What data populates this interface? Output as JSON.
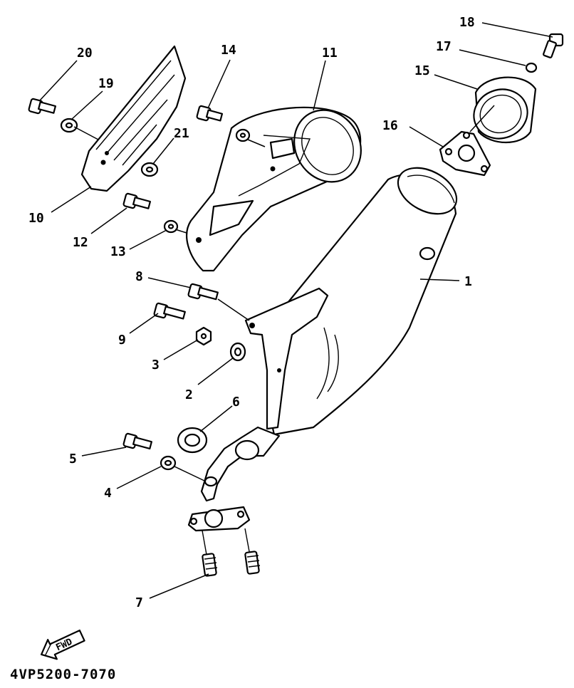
{
  "callouts": {
    "c1": "1",
    "c2": "2",
    "c3": "3",
    "c4": "4",
    "c5": "5",
    "c6": "6",
    "c7": "7",
    "c8": "8",
    "c9": "9",
    "c10": "10",
    "c11": "11",
    "c12": "12",
    "c13": "13",
    "c14": "14",
    "c15": "15",
    "c16": "16",
    "c17": "17",
    "c18": "18",
    "c19": "19",
    "c20": "20",
    "c21": "21"
  },
  "fwd_label": "FWD",
  "doc_code": "4VP5200-7070"
}
